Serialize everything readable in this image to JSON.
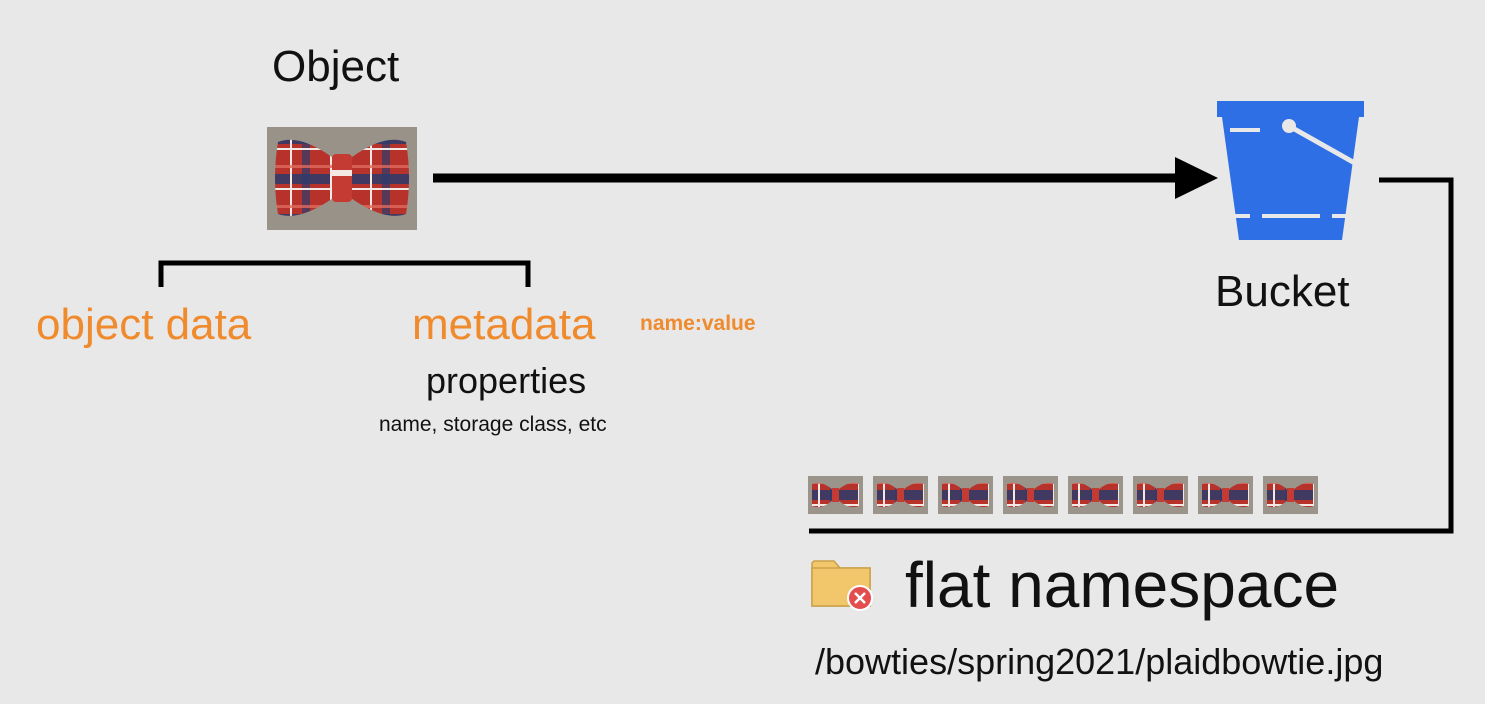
{
  "object_label": "Object",
  "bucket_label": "Bucket",
  "object_data_label": "object data",
  "metadata_label": "metadata",
  "metadata_format": "name:value",
  "properties_label": "properties",
  "properties_desc": "name, storage class, etc",
  "namespace_label": "flat namespace",
  "example_path": "/bowties/spring2021/plaidbowtie.jpg",
  "stored_object_count": 8,
  "icons": {
    "object_image": "plaid-bowtie-image",
    "bucket": "bucket-icon",
    "folder": "folder-x-icon"
  },
  "colors": {
    "background": "#e9e8e8",
    "accent": "#ef8a2d",
    "bucket": "#2f6fe6",
    "line": "#000000",
    "folder": "#f2c66b",
    "error_badge": "#e34d4d"
  }
}
